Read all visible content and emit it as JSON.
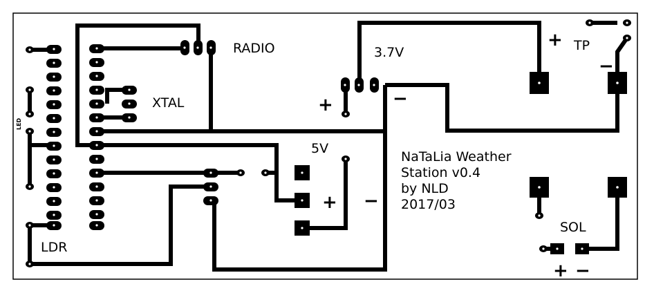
{
  "labels": {
    "radio": "RADIO",
    "xtal": "XTAL",
    "led": "LED",
    "ldr": "LDR",
    "v37": "3.7V",
    "tp": "TP",
    "v5": "5V",
    "sol": "SOL",
    "plus": "+",
    "minus": "−"
  },
  "title_block": {
    "line1": "NaTaLia Weather",
    "line2": "Station v0.4",
    "line3": "by NLD",
    "line4": "2017/03"
  },
  "colors": {
    "copper": "#000000",
    "background": "#ffffff"
  }
}
